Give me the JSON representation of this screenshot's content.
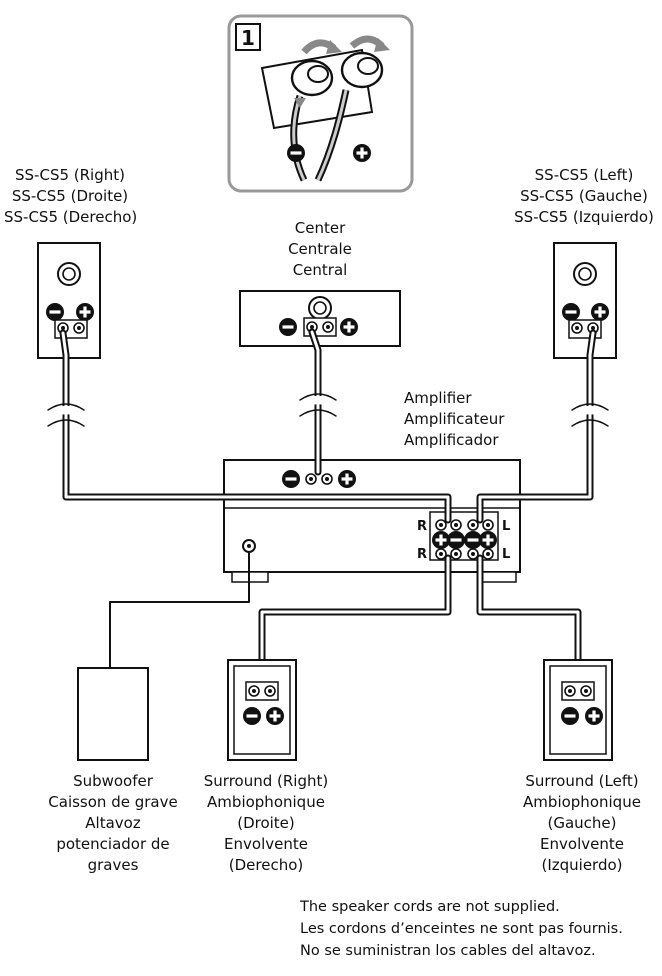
{
  "inset": {
    "step": "1"
  },
  "speakers": {
    "front_right": [
      "SS-CS5 (Right)",
      "SS-CS5 (Droite)",
      "SS-CS5 (Derecho)"
    ],
    "front_left": [
      "SS-CS5 (Left)",
      "SS-CS5 (Gauche)",
      "SS-CS5 (Izquierdo)"
    ],
    "center": [
      "Center",
      "Centrale",
      "Central"
    ],
    "amplifier": [
      "Amplifier",
      "Amplificateur",
      "Amplificador"
    ],
    "subwoofer": [
      "Subwoofer",
      "Caisson de grave",
      "Altavoz",
      "potenciador de",
      "graves"
    ],
    "surround_right": [
      "Surround (Right)",
      "Ambiophonique",
      "(Droite)",
      "Envolvente",
      "(Derecho)"
    ],
    "surround_left": [
      "Surround (Left)",
      "Ambiophonique",
      "(Gauche)",
      "Envolvente",
      "(Izquierdo)"
    ]
  },
  "amp_terminals": {
    "right": "R",
    "left": "L"
  },
  "note": [
    "The speaker cords are not supplied.",
    "Les cordons d’enceintes ne sont pas fournis.",
    "No se suministran los cables del altavoz."
  ]
}
